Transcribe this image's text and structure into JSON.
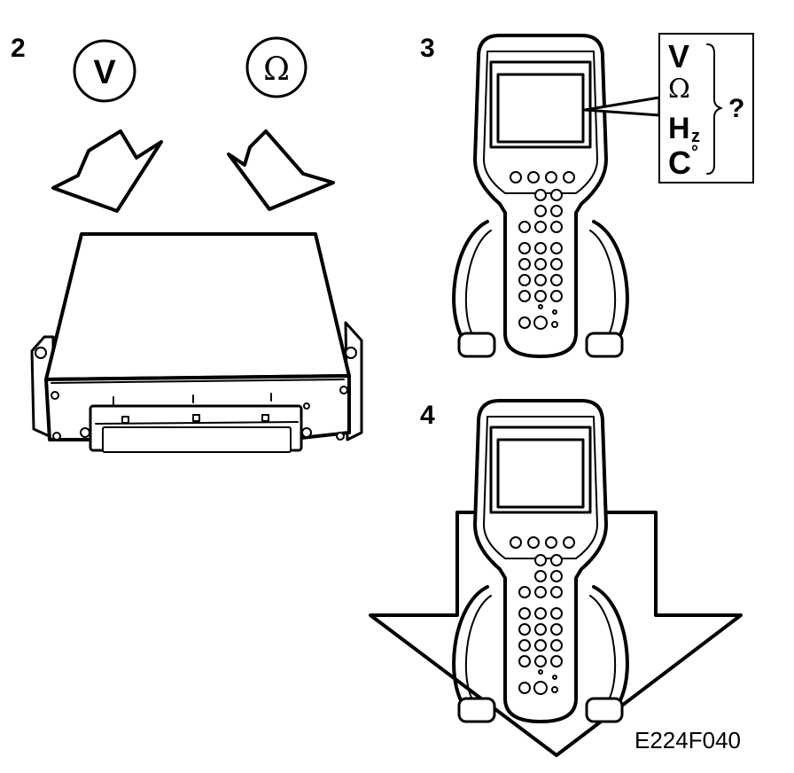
{
  "steps": {
    "step2": "2",
    "step3": "3",
    "step4": "4"
  },
  "symbols": {
    "volt": "V",
    "ohm": "Ω"
  },
  "callout": {
    "volt": "V",
    "ohm": "Ω",
    "hz_main": "H",
    "hz_sub": "z",
    "deg_main": "C",
    "deg_sup": "°",
    "question": "?"
  },
  "figure_code": "E224F040",
  "icons": {
    "volt_badge": "voltage-circle-icon",
    "ohm_badge": "ohm-circle-icon",
    "arrow_left": "arrow-down-right-icon",
    "arrow_right": "arrow-down-left-icon",
    "control_unit": "control-unit-icon",
    "tester_top": "handheld-tester-icon",
    "tester_bottom": "handheld-tester-icon",
    "big_arrow": "arrow-down-icon"
  }
}
